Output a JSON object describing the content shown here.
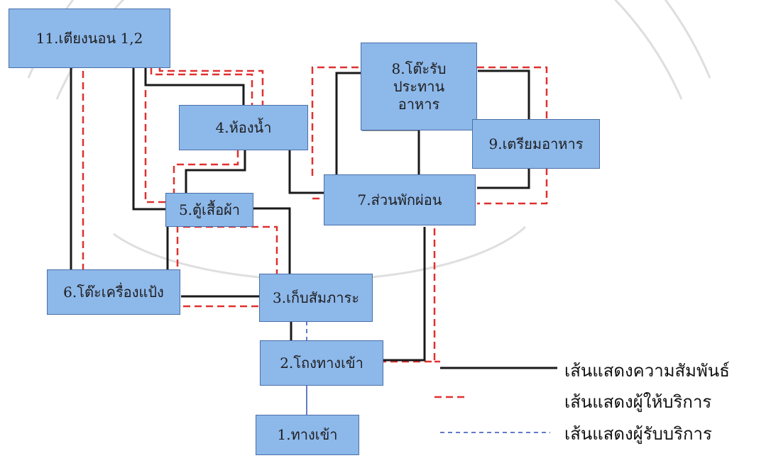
{
  "nodes": {
    "n1": "1.ทางเข้า",
    "n2": "2.โถงทางเข้า",
    "n3": "3.เก็บสัมภาระ",
    "n4": "4.ห้องน้ำ",
    "n5": "5.ตู้เสื้อผ้า",
    "n6": "6.โต๊ะเครื่องแป้ง",
    "n7": "7.ส่วนพักผ่อน",
    "n8": "8.โต๊ะรับประทานอาหาร",
    "n9": "9.เตรียมอาหาร",
    "n11": "11.เตียงนอน 1,2"
  },
  "legend": {
    "relation": "เส้นแสดงความสัมพันธ์",
    "provider": "เส้นแสดงผู้ให้บริการ",
    "receiver": "เส้นแสดงผู้รับบริการ"
  },
  "colors": {
    "box_fill": "#8db8ea",
    "box_border": "#4a6fa8",
    "relation_line": "#1a1a1a",
    "provider_line": "#e03030",
    "receiver_line": "#2f4fb8"
  }
}
